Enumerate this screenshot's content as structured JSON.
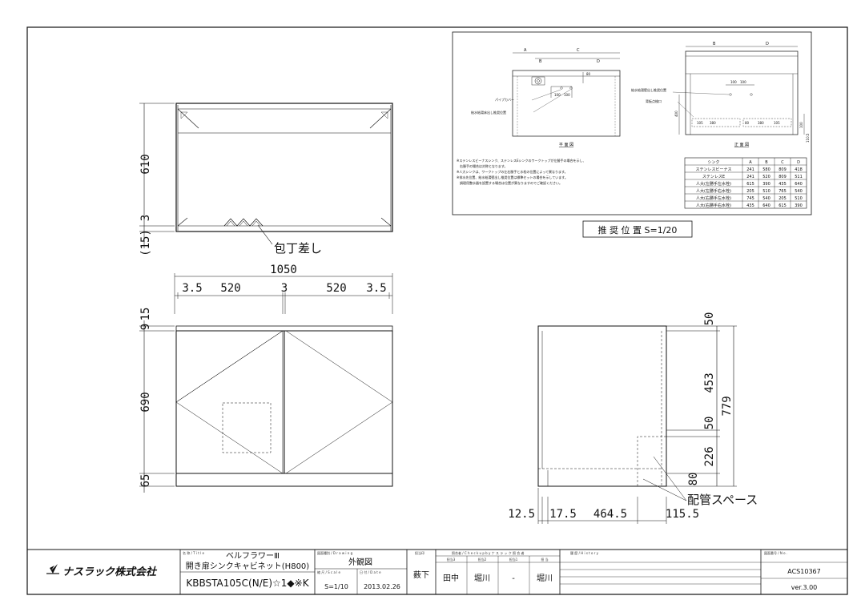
{
  "front_top": {
    "dims_left": [
      "610",
      "3",
      "(15)"
    ],
    "label_knife": "包丁差し"
  },
  "width_dims": {
    "total": "1050",
    "parts": [
      "3.5",
      "520",
      "3",
      "520",
      "3.5"
    ]
  },
  "front_door": {
    "dims_left": [
      "9",
      "15",
      "690",
      "65"
    ]
  },
  "side_view": {
    "dims_right": [
      "50",
      "453",
      "50",
      "226",
      "80"
    ],
    "total": "779",
    "bottom_dims": [
      "12.5",
      "17.5",
      "464.5",
      "115.5"
    ],
    "label_pipe": "配管スペース"
  },
  "inset": {
    "plan_label": "平 面 図",
    "elev_label": "正 面 図",
    "letters": [
      "A",
      "B",
      "C",
      "D",
      "B",
      "D"
    ],
    "dims": [
      "100",
      "100",
      "100",
      "100",
      "80",
      "105",
      "380",
      "80",
      "380",
      "105",
      "400",
      "100",
      "110.5"
    ],
    "labels": [
      "パイプカバー",
      "給水給湯床出し推奨位置",
      "給水給湯壁出し推奨位置",
      "背板点検口"
    ],
    "notes": [
      "※ステンレスビーナスシンク、ステンレスEシンクのワークトップが左勝手の場合を示し、",
      "　右勝手の場合は対称となります。",
      "※人大シンクは、ワークトップの左右勝手と水栓の位置によって異なります。",
      "※排水先位置、給水給湯壁出し推奨位置は標準セットの場合を示しています。",
      "　調理用整水器を設置する場合は位置が異なりますのでご確認ください。"
    ],
    "table": {
      "headers": [
        "シンク",
        "A",
        "B",
        "C",
        "D"
      ],
      "rows": [
        [
          "ステンレスビーナス",
          "241",
          "580",
          "809",
          "418"
        ],
        [
          "ステンレスE",
          "241",
          "520",
          "809",
          "511"
        ],
        [
          "人大(左勝手左水栓)",
          "615",
          "390",
          "435",
          "640"
        ],
        [
          "人大(左勝手右水栓)",
          "205",
          "510",
          "765",
          "540"
        ],
        [
          "人大(右勝手左水栓)",
          "745",
          "540",
          "205",
          "510"
        ],
        [
          "人大(右勝手右水栓)",
          "435",
          "640",
          "615",
          "390"
        ]
      ]
    }
  },
  "recommend_label": "推 奨 位 置 S=1/20",
  "title_block": {
    "company": "ナスラック株式会社",
    "name_label": "名 称 / T i t l e",
    "series": "ベルフラワーⅢ",
    "item_name": "開き扉シンクキャビネット(H800)",
    "model": "KBBSTA105C(N/E)☆1◆※K",
    "drawing_type_label": "図面種別 / D r a w i n g",
    "drawing_type": "外観図",
    "scale_label": "縮 尺 / S c a l e",
    "scale": "S=1/10",
    "date_label": "日 付 / D a t e",
    "date": "2013.02.26",
    "designer_label": "担当印",
    "designer": "薮下",
    "check_label": "照合者 / C h e c k  u p  b y  ナ ス ラ ッ ク 照 合 者",
    "check_cols": [
      "担当3",
      "担当2",
      "担当1",
      "担 当"
    ],
    "checkers": [
      "田中",
      "堀川",
      "-",
      "堀川"
    ],
    "history_label": "履 歴 / H i s t o r y",
    "number_label": "図面番号 / N o .",
    "number": "ACS10367",
    "version": "ver.3.00"
  }
}
